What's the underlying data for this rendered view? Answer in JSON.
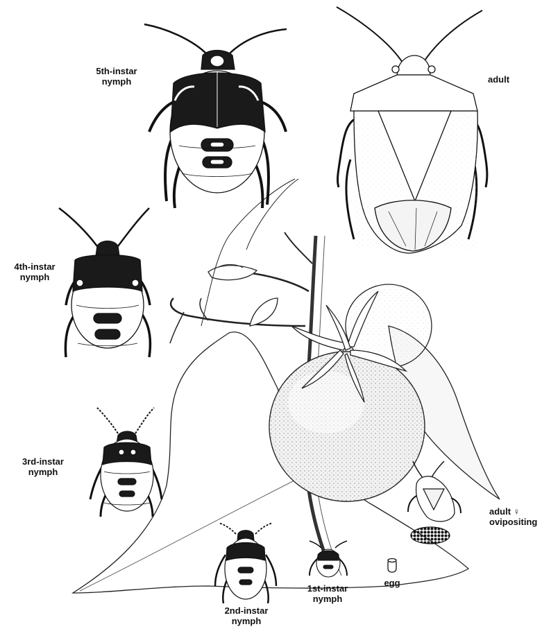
{
  "labels": {
    "fifth_instar_line1": "5th-instar",
    "fifth_instar_line2": "nymph",
    "adult": "adult",
    "fourth_instar_line1": "4th-instar",
    "fourth_instar_line2": "nymph",
    "third_instar_line1": "3rd-instar",
    "third_instar_line2": "nymph",
    "adult_female_line1": "adult ♀",
    "adult_female_line2": "ovipositing",
    "second_instar_line1": "2nd-instar",
    "second_instar_line2": "nymph",
    "first_instar_line1": "1st-instar",
    "first_instar_line2": "nymph",
    "egg": "egg"
  },
  "colors": {
    "ink": "#111111",
    "paper": "#ffffff",
    "fruit_fill": "#ececec",
    "dark_body": "#1a1a1a"
  }
}
